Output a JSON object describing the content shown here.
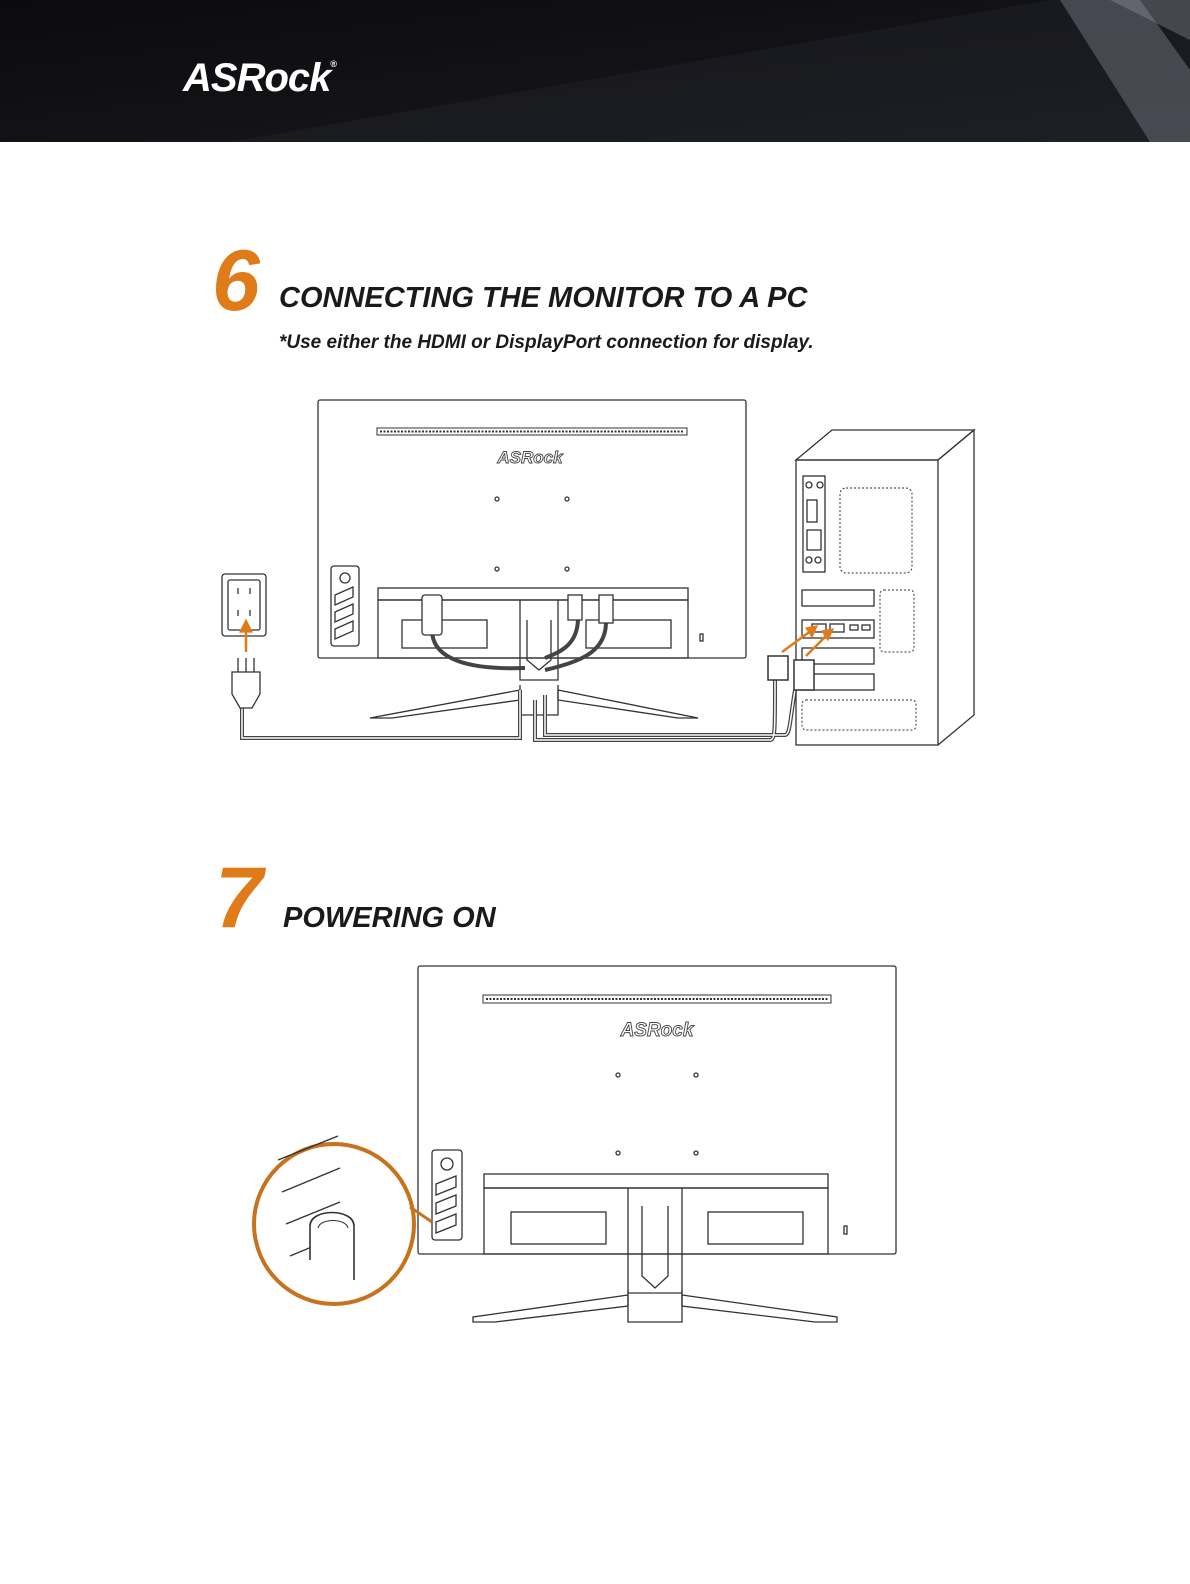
{
  "header": {
    "brand": "ASRock",
    "registered": "®"
  },
  "sections": [
    {
      "number": "6",
      "title": "CONNECTING THE MONITOR TO A PC",
      "note": "*Use either the HDMI or DisplayPort connection for display."
    },
    {
      "number": "7",
      "title": "POWERING ON"
    }
  ],
  "diagram": {
    "monitor_logo": "ASRock"
  },
  "colors": {
    "accent": "#e07b1a",
    "header_bg": "#0c0c0e",
    "line": "#333333"
  },
  "icons": [
    "power-outlet-icon",
    "power-plug-icon",
    "hdmi-connector-icon",
    "displayport-connector-icon",
    "finger-press-icon"
  ]
}
